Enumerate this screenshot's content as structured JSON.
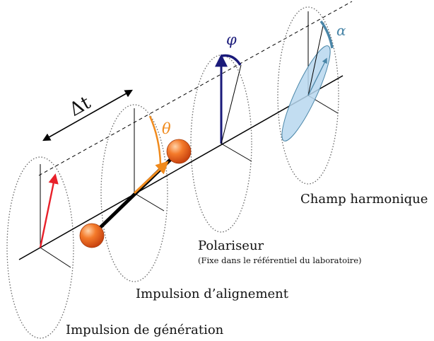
{
  "labels": {
    "delta_t": "Δt",
    "theta": "θ",
    "phi": "φ",
    "alpha": "α",
    "champ_harmonique": "Champ harmonique",
    "polariseur": "Polariseur",
    "polariseur_note": "(Fixe dans le référentiel du laboratoire)",
    "impulsion_alignement": "Impulsion d’alignement",
    "impulsion_generation": "Impulsion de génération"
  },
  "colors": {
    "axis": "#000000",
    "red_vector": "#e8202a",
    "orange": "#f08a1c",
    "molecule_ball": "#f0641c",
    "navy_vector": "#1a1a7a",
    "teal_arc": "#4a86a8",
    "ellipse_fill": "#b7d7ef",
    "ellipse_stroke": "#4a86a8",
    "dotted": "#666666"
  }
}
